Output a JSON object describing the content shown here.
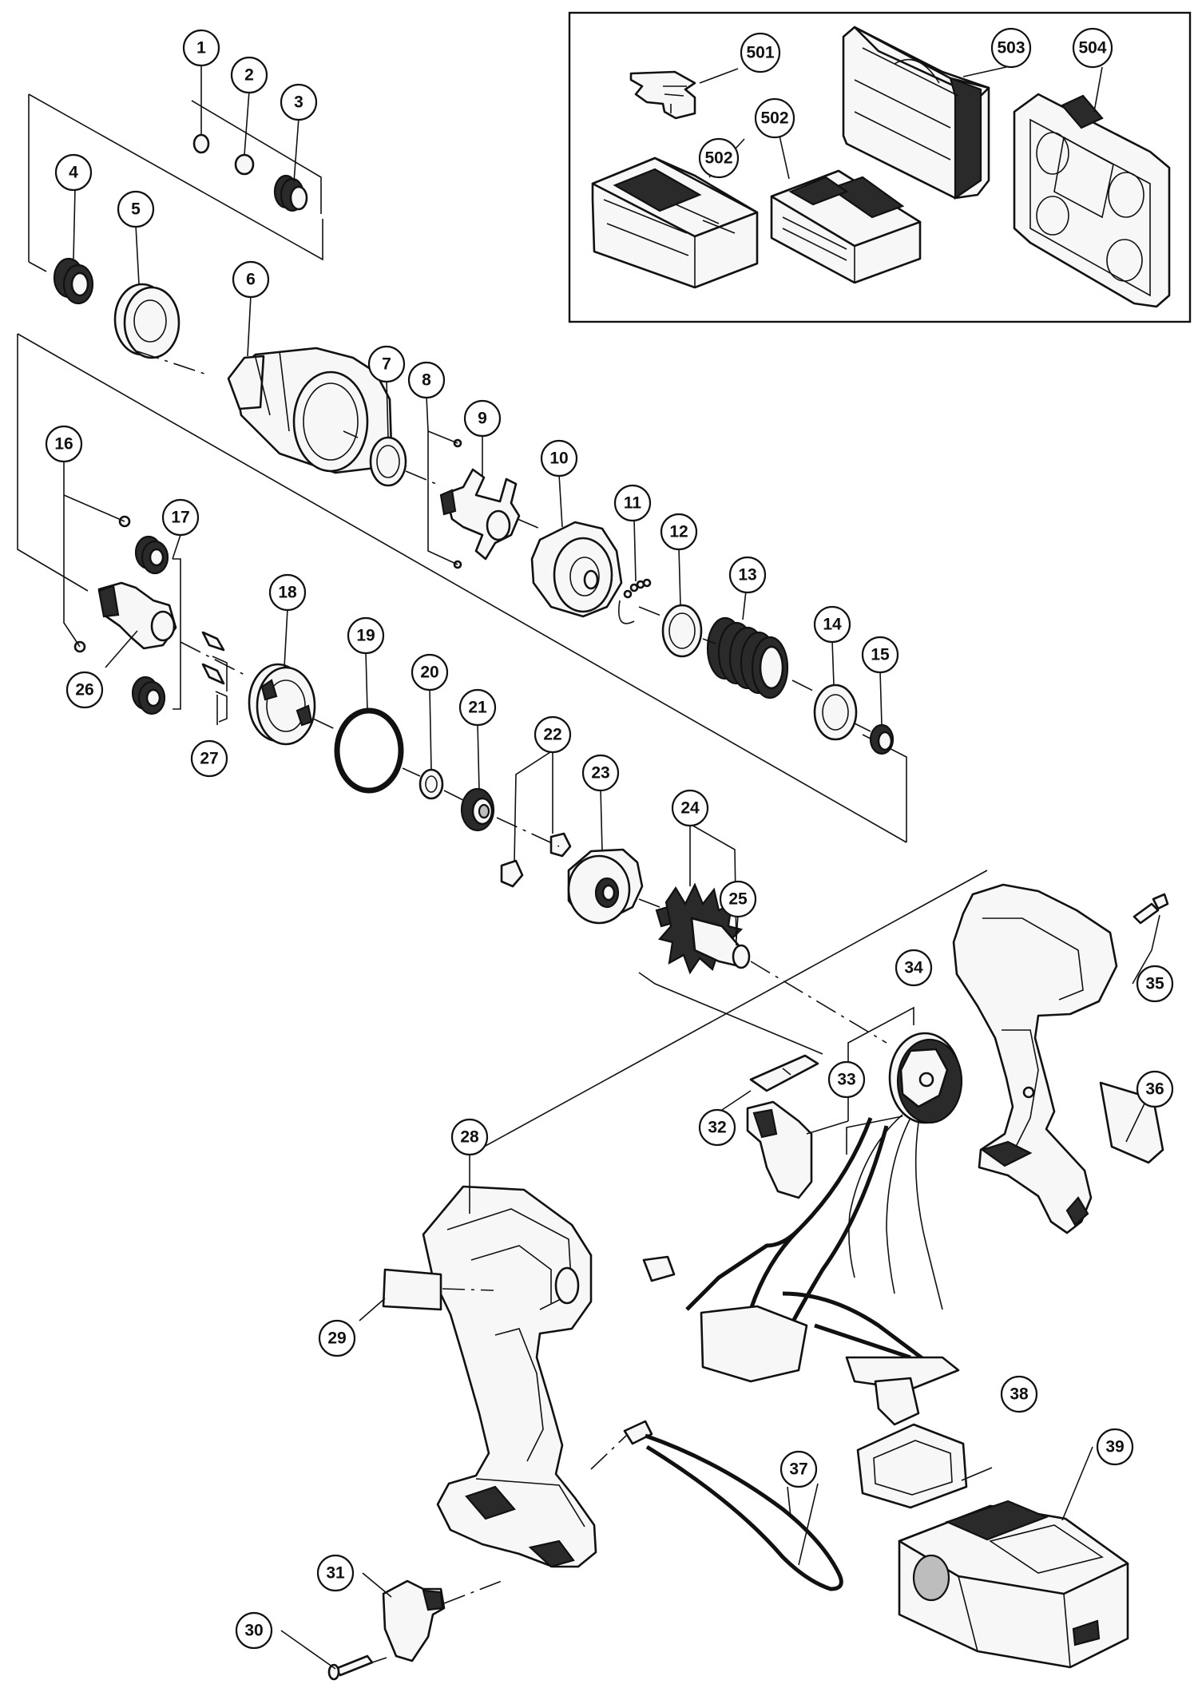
{
  "callouts": [
    {
      "id": "c1",
      "label": "1"
    },
    {
      "id": "c2",
      "label": "2"
    },
    {
      "id": "c3",
      "label": "3"
    },
    {
      "id": "c4",
      "label": "4"
    },
    {
      "id": "c5",
      "label": "5"
    },
    {
      "id": "c6",
      "label": "6"
    },
    {
      "id": "c7",
      "label": "7"
    },
    {
      "id": "c8",
      "label": "8"
    },
    {
      "id": "c9",
      "label": "9"
    },
    {
      "id": "c10",
      "label": "10"
    },
    {
      "id": "c11",
      "label": "11"
    },
    {
      "id": "c12",
      "label": "12"
    },
    {
      "id": "c13",
      "label": "13"
    },
    {
      "id": "c14",
      "label": "14"
    },
    {
      "id": "c15",
      "label": "15"
    },
    {
      "id": "c16",
      "label": "16"
    },
    {
      "id": "c17",
      "label": "17"
    },
    {
      "id": "c18",
      "label": "18"
    },
    {
      "id": "c19",
      "label": "19"
    },
    {
      "id": "c20",
      "label": "20"
    },
    {
      "id": "c21",
      "label": "21"
    },
    {
      "id": "c22",
      "label": "22"
    },
    {
      "id": "c23",
      "label": "23"
    },
    {
      "id": "c24",
      "label": "24"
    },
    {
      "id": "c25",
      "label": "25"
    },
    {
      "id": "c26",
      "label": "26"
    },
    {
      "id": "c27",
      "label": "27"
    },
    {
      "id": "c28",
      "label": "28"
    },
    {
      "id": "c29",
      "label": "29"
    },
    {
      "id": "c30",
      "label": "30"
    },
    {
      "id": "c31",
      "label": "31"
    },
    {
      "id": "c32",
      "label": "32"
    },
    {
      "id": "c33",
      "label": "33"
    },
    {
      "id": "c34",
      "label": "34"
    },
    {
      "id": "c35",
      "label": "35"
    },
    {
      "id": "c36",
      "label": "36"
    },
    {
      "id": "c37",
      "label": "37"
    },
    {
      "id": "c38",
      "label": "38"
    },
    {
      "id": "c39",
      "label": "39"
    },
    {
      "id": "c501",
      "label": "501"
    },
    {
      "id": "c502a",
      "label": "502"
    },
    {
      "id": "c502b",
      "label": "502"
    },
    {
      "id": "c503",
      "label": "503"
    },
    {
      "id": "c504",
      "label": "504"
    }
  ]
}
